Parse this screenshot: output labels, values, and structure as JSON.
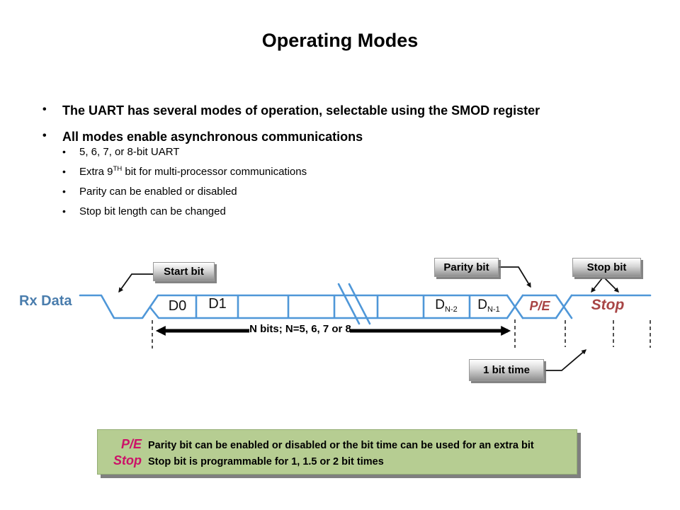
{
  "title": "Operating Modes",
  "bullets": {
    "marker": "•",
    "main": [
      "The UART has several modes of operation, selectable using the SMOD register",
      "All modes enable asynchronous communications"
    ],
    "sub": [
      {
        "pre": "5, 6, 7, or 8-bit UART",
        "sup": "",
        "post": ""
      },
      {
        "pre": "Extra 9",
        "sup": "TH",
        "post": " bit for multi-processor communications"
      },
      {
        "pre": "Parity can be enabled or disabled",
        "sup": "",
        "post": ""
      },
      {
        "pre": "Stop bit length can be changed",
        "sup": "",
        "post": ""
      }
    ]
  },
  "diagram": {
    "signal_label": "Rx Data",
    "labels": {
      "start_bit": "Start bit",
      "parity_bit": "Parity bit",
      "stop_bit": "Stop bit",
      "bit_time": "1 bit time",
      "n_bits": "N bits; N=5, 6, 7 or 8"
    },
    "cells": {
      "d0": "D0",
      "d1": "D1",
      "dn2": {
        "main": "D",
        "sub": "N-2"
      },
      "dn1": {
        "main": "D",
        "sub": "N-1"
      },
      "pe": "P/E",
      "stop": "Stop"
    },
    "colors": {
      "wave_blue": "#4f97d8",
      "signal_label_blue": "#4a7dad",
      "cell_text_red": "#a84545"
    }
  },
  "note_box": {
    "bg_color": "#b6cd92",
    "term_color": "#cc1168",
    "rows": [
      {
        "term": "P/E",
        "desc": "Parity bit can be enabled or disabled or the bit time can be used for an extra bit"
      },
      {
        "term": "Stop",
        "desc": "Stop bit is programmable for 1, 1.5 or 2 bit times"
      }
    ]
  }
}
